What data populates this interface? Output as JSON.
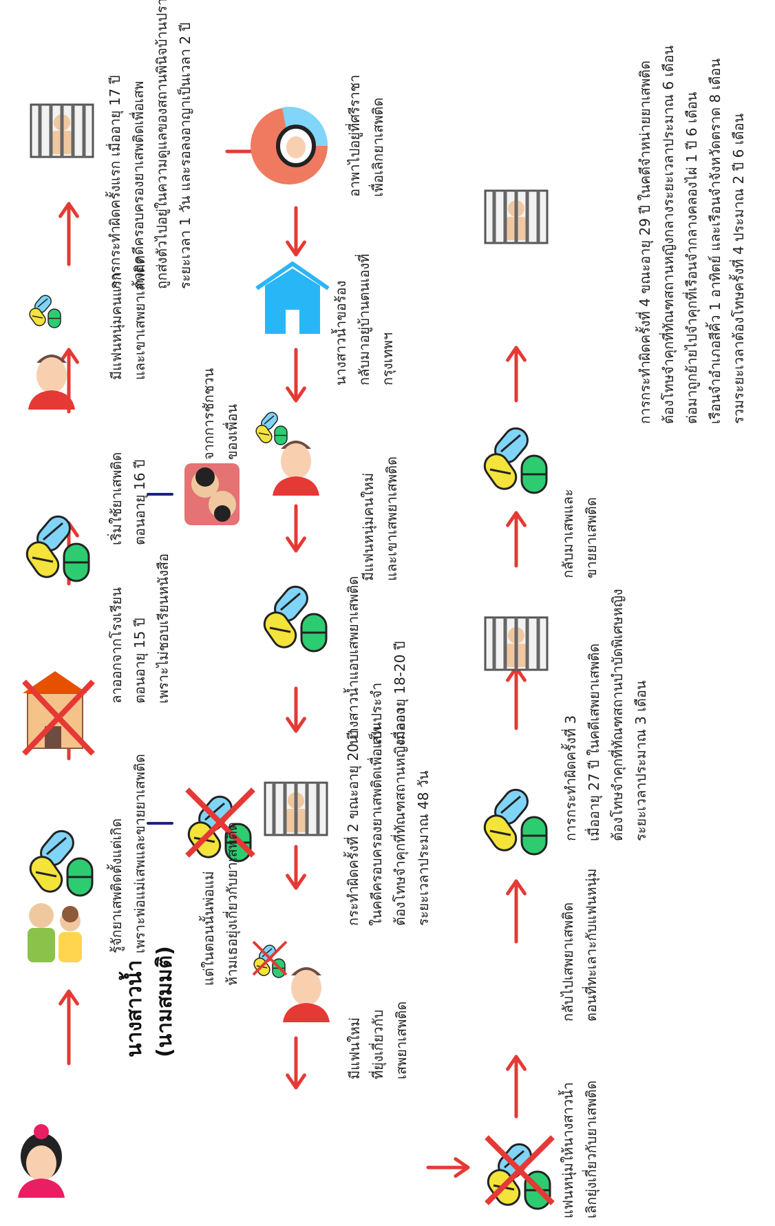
{
  "colors": {
    "arrow": "#e53935",
    "cross": "#e53935",
    "dash": "#1a237e"
  },
  "title": {
    "line1": "นางสาวน้ำ",
    "line2": "(นามสมมติ)"
  },
  "labels": {
    "parents": [
      "รู้จักยาเสพติดตั้งแต่เกิด",
      "เพราะพ่อแม่เสพและขายยาเสพติด"
    ],
    "school": [
      "ลาออกจากโรงเรียน",
      "ตอนอายุ 15 ปี",
      "เพราะไม่ชอบเรียนหนังสือ"
    ],
    "start_use": [
      "เริ่มใช้ยาเสพติด",
      "ตอนอายุ 16 ปี"
    ],
    "first_bf": [
      "มีแฟนหนุ่มคนแรก",
      "และเขาเสพยาเสพติด"
    ],
    "first_offense": [
      "การกระทำผิดครั้งแรก เมื่ออายุ 17 ปี",
      "ด้วยคดีครอบครองยาเสพติดเพื่อเสพ",
      "ถูกส่งตัวไปอยู่ในความดูแลของสถานพินิจบ้านปรานี",
      "ระยะเวลา 1 วัน และรอลงอาญาเป็นเวลา 2 ปี"
    ],
    "aunt": [
      "อาพาไปอยู่ที่ศรีราชา",
      "เพื่อเลิกยาเสพติด"
    ],
    "home": [
      "นางสาวน้ำขอร้อง",
      "กลับมาอยู่บ้านตนเองที่",
      "กรุงเทพฯ"
    ],
    "new_bf": [
      "มีแฟนหนุ่มคนใหม่",
      "และเขาเสพยาเสพติด"
    ],
    "friends": [
      "จากการชักชวน",
      "ของเพื่อน"
    ],
    "secret_use": [
      "นางสาวน้ำแอบเสพยาเสพติด",
      "เป็นประจำ",
      "เมื่ออายุ  18-20 ปี"
    ],
    "parents_forbid": [
      "แต่ในตอนนั้นพ่อแม่",
      "ห้ามเธอยุ่งเกี่ยวกับยาเสพติด"
    ],
    "second_offense": [
      "กระทำผิดครั้งที่ 2 ขณะอายุ 20 ปี",
      "ในคดีครอบครองยาเสพติดเพื่อเสพ",
      "ต้องโทษจำคุกที่ทัณฑสถานหญิงกลาง",
      "ระยะเวลาประมาณ 48 วัน"
    ],
    "third_bf": [
      "มีแฟนใหม่",
      "ที่ยุ่งเกี่ยวกับ",
      "เสพยาเสพติด"
    ],
    "quit": [
      "แฟนหนุ่มให้นางสาวน้ำ",
      "เลิกยุ่งเกี่ยวกับยาเสพติด"
    ],
    "relapse": [
      "กลับไปเสพยาเสพติด",
      "ตอนที่ทะเลาะกับแฟนหนุ่ม"
    ],
    "third_offense": [
      "การกระทำผิดครั้งที่ 3",
      "เมื่ออายุ 27 ปี ในคดีเสพยาเสพติด",
      "ต้องโทษจำคุกที่ทัณฑสถานบำบัดพิเศษหญิง",
      "ระยะเวลาประมาณ 3 เดือน"
    ],
    "deal": [
      "กลับมาเสพและ",
      "ขายยาเสพติด"
    ],
    "fourth_offense": [
      "การกระทำผิดครั้งที่ 4 ขณะอายุ 29 ปี ในคดีจำหน่ายยาเสพติด",
      "ต้องโทษจำคุกที่ทัณฑสถานหญิงกลางระยะเวลาประมาณ 6 เดือน",
      "ต่อมาถูกย้ายไปจำคุกที่เรือนจำกลางคลองไผ่ 1 ปี 6 เดือน",
      "เรือนจำอำเภอสีคิ้ว 1 อาทิตย์ และเรือนจำจังหวัดตราด 8 เดือน",
      "รวมระยะเวลาต้องโทษครั้งที่ 4 ประมาณ 2 ปี 6 เดือน"
    ]
  }
}
